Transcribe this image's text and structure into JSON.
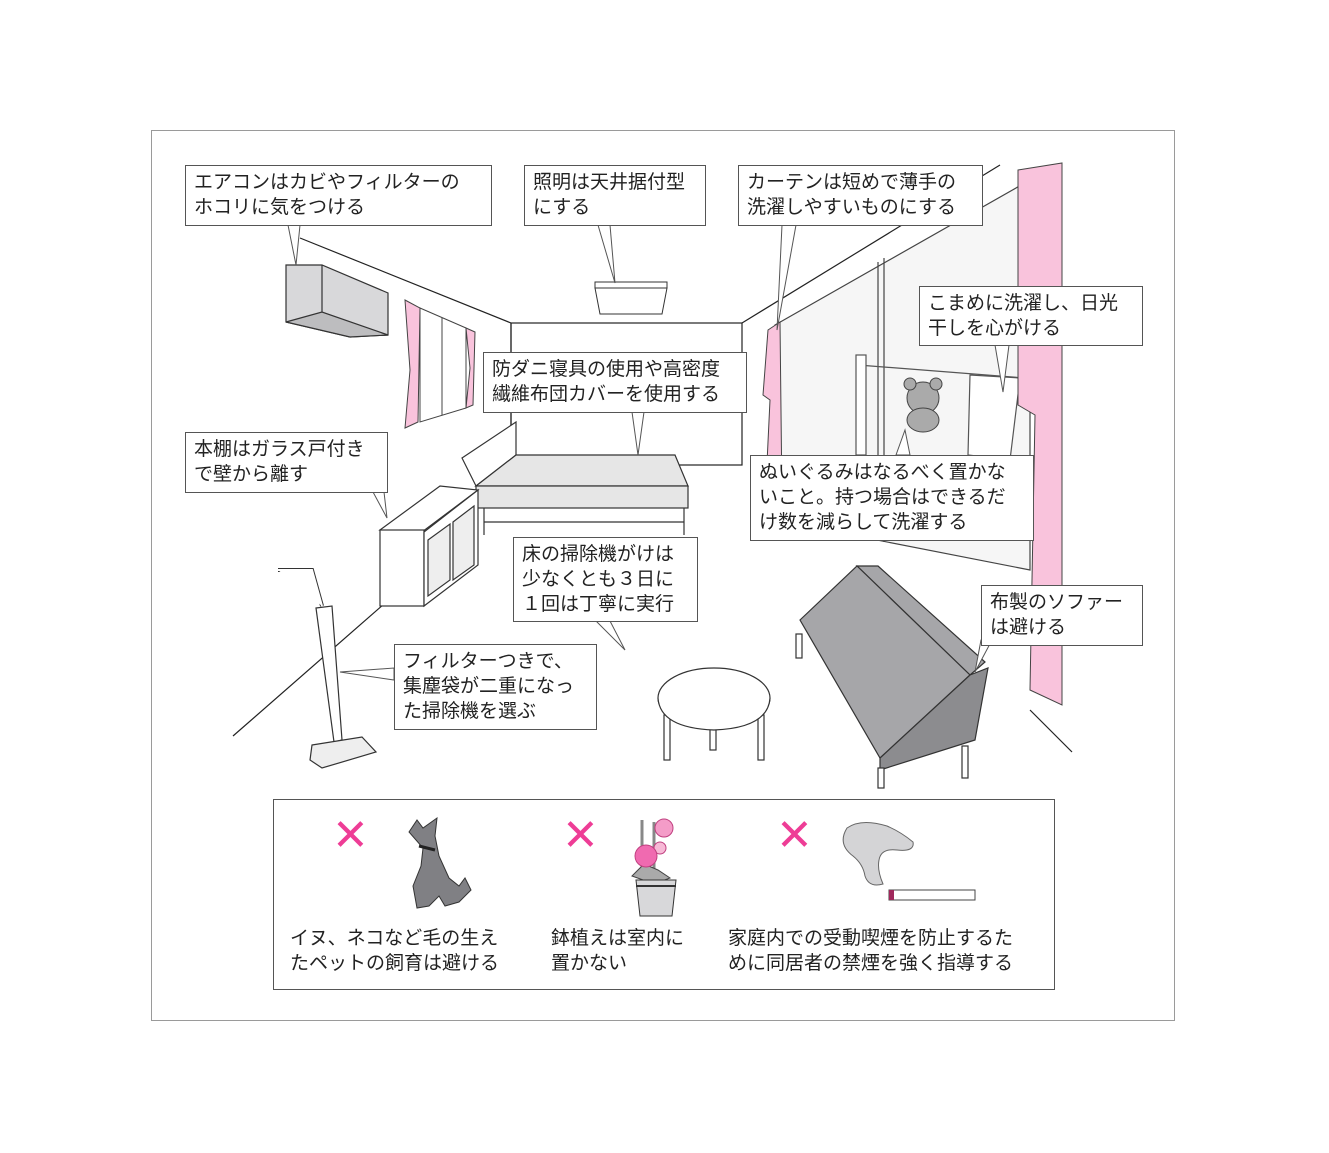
{
  "callouts": {
    "aircon": {
      "line1": "エアコンはカビやフィルターの",
      "line2": "ホコリに気をつける"
    },
    "lighting": {
      "line1": "照明は天井据付型",
      "line2": "にする"
    },
    "curtain": {
      "line1": "カーテンは短めで薄手の",
      "line2": "洗濯しやすいものにする"
    },
    "sun_drying": {
      "line1": "こまめに洗濯し、日光",
      "line2": "干しを心がける"
    },
    "bedding": {
      "line1": "防ダニ寝具の使用や高密度",
      "line2": "繊維布団カバーを使用する"
    },
    "bookshelf": {
      "line1": "本棚はガラス戸付き",
      "line2": "で壁から離す"
    },
    "stuffed_toys": {
      "line1": "ぬいぐるみはなるべく置かな",
      "line2": "いこと。持つ場合はできるだ",
      "line3": "け数を減らして洗濯する"
    },
    "floor_cleaning": {
      "line1": "床の掃除機がけは",
      "line2": "少なくとも３日に",
      "line3": "１回は丁寧に実行"
    },
    "vacuum": {
      "line1": "フィルターつきで、",
      "line2": "集塵袋が二重になっ",
      "line3": "た掃除機を選ぶ"
    },
    "sofa": {
      "line1": "布製のソファー",
      "line2": "は避ける"
    }
  },
  "avoid_items": [
    {
      "icon": "dog-icon",
      "line1": "イヌ、ネコなど毛の生え",
      "line2": "たペットの飼育は避ける"
    },
    {
      "icon": "potted-plant-icon",
      "line1": "鉢植えは室内に",
      "line2": "置かない"
    },
    {
      "icon": "cigarette-icon",
      "line1": "家庭内での受動喫煙を防止するた",
      "line2": "めに同居者の禁煙を強く指導する"
    }
  ],
  "avoid_mark": "✕",
  "colors": {
    "accent_pink": "#ee3d96",
    "curtain_pink": "#f9c3dc",
    "furniture_gray": "#a6a6a9"
  }
}
